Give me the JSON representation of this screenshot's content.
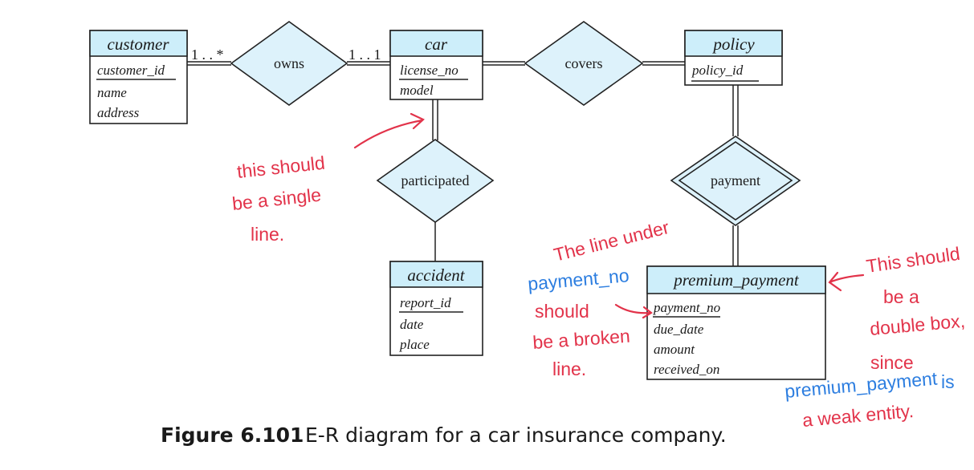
{
  "entities": {
    "customer": {
      "name": "customer",
      "attributes": [
        "customer_id",
        "name",
        "address"
      ]
    },
    "car": {
      "name": "car",
      "attributes": [
        "license_no",
        "model"
      ]
    },
    "policy": {
      "name": "policy",
      "attributes": [
        "policy_id"
      ]
    },
    "accident": {
      "name": "accident",
      "attributes": [
        "report_id",
        "date",
        "place"
      ]
    },
    "premium_payment": {
      "name": "premium_payment",
      "attributes": [
        "payment_no",
        "due_date",
        "amount",
        "received_on"
      ]
    }
  },
  "relationships": {
    "owns": {
      "name": "owns",
      "card_left": "1 . . *",
      "card_right": "1 . . 1"
    },
    "covers": {
      "name": "covers"
    },
    "participated": {
      "name": "participated"
    },
    "payment": {
      "name": "payment"
    }
  },
  "caption": {
    "label": "Figure 6.101",
    "text": "E-R diagram for a car insurance company."
  },
  "annotations": {
    "single_line": [
      "this should",
      "be a single",
      "line."
    ],
    "broken_line": {
      "l1": "The line under",
      "l2": "payment_no",
      "l3": "should",
      "l4": "be a broken",
      "l5": "line."
    },
    "double_box": {
      "l1": "This should",
      "l2": "be a",
      "l3": "double box,",
      "l4": "since",
      "l5a": "premium_payment",
      "l5b": "is",
      "l6": "a weak  entity."
    }
  },
  "colors": {
    "entity_header": "#cdeefa",
    "relationship_fill": "#ddf2fb",
    "annotation_red": "#e2334a",
    "annotation_blue": "#2d7ee0"
  }
}
